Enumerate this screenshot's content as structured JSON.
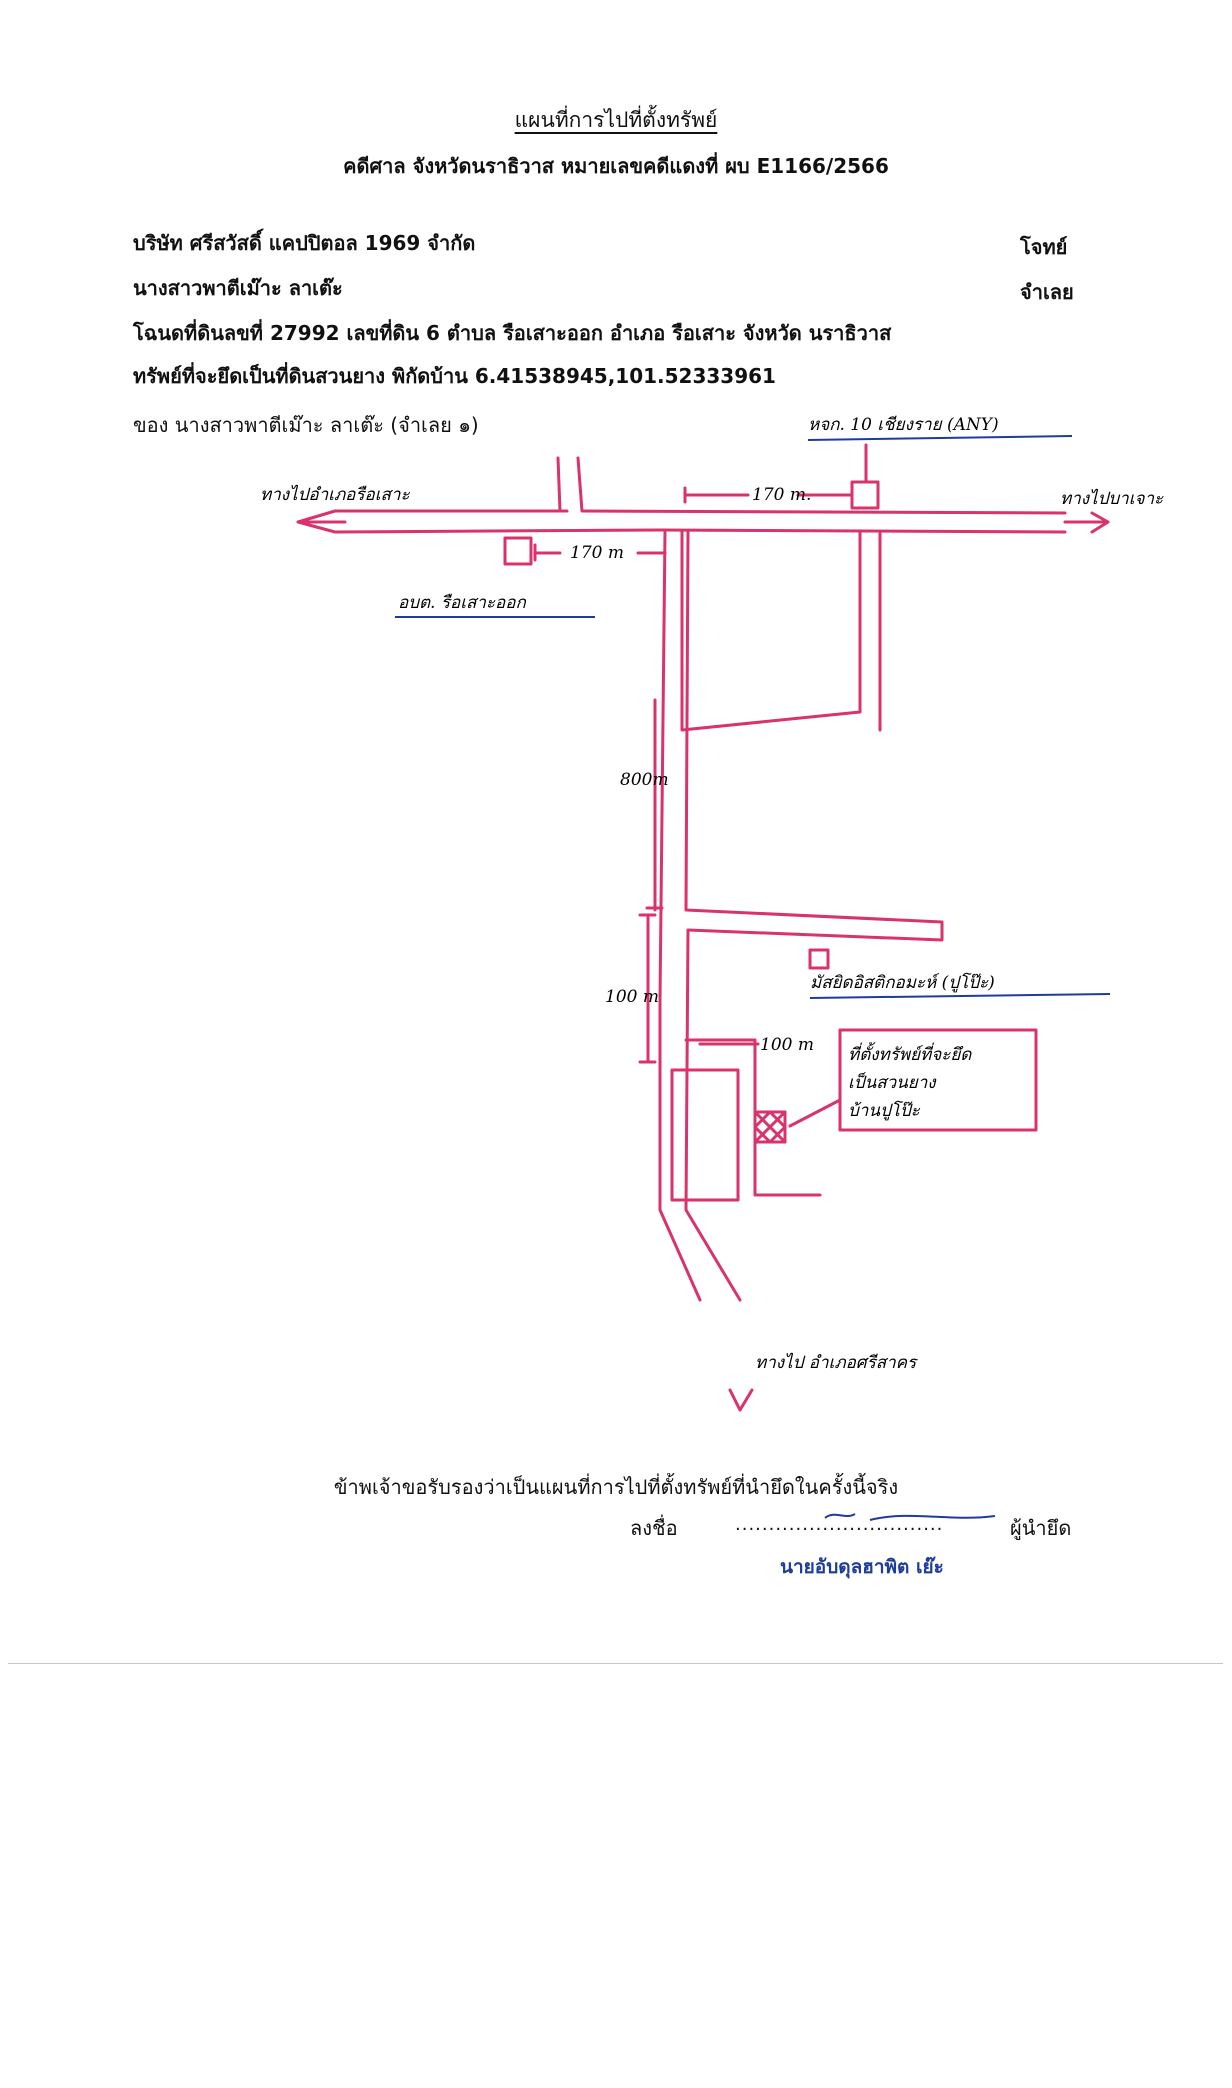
{
  "header": {
    "title": "แผนที่การไปที่ตั้งทรัพย์",
    "subtitle": "คดีศาล จังหวัดนราธิวาส   หมายเลขคดีแดงที่  ผบ E1166/2566"
  },
  "parties": {
    "plaintiff_name": "บริษัท ศรีสวัสดิ์ แคปปิตอล 1969 จำกัด",
    "plaintiff_role": "โจทย์",
    "defendant_name": "นางสาวพาตีเม๊าะ ลาเต๊ะ",
    "defendant_role": "จำเลย"
  },
  "property": {
    "deed_line": "โฉนดที่ดินลขที่ 27992  เลขที่ดิน 6  ตำบล  รือเสาะออก  อำเภอ รือเสาะ  จังหวัด นราธิวาส",
    "seizure_line": "ทรัพย์ที่จะยึดเป็นที่ดินสวนยาง   พิกัดบ้าน 6.41538945,101.52333961",
    "owner_line": "ของ  นางสาวพาตีเม๊าะ ลาเต๊ะ (จำเลย ๑)"
  },
  "map": {
    "colors": {
      "road": "#d8336a",
      "label": "#b0306a",
      "underline": "#1f3c9c"
    },
    "labels": {
      "to_ruesao": "ทางไปอำเภอรือเสาะ",
      "to_bacho": "ทางไปบาเจาะ",
      "dist_170_top": "170 m.",
      "dist_170_left": "170 m",
      "dist_800": "800m",
      "dist_100_vert": "100 m",
      "dist_100_branch": "100 m",
      "shop_label": "หจก. 10 เชียงราย (ANY)",
      "ruesao_ok_label": "อบต. รือเสาะออก",
      "mosque_label": "มัสยิดอิสติกอมะห์ (ปูโป๊ะ)",
      "property_note_1": "ที่ตั้งทรัพย์ที่จะยึด",
      "property_note_2": "เป็นสวนยาง",
      "property_note_3": "บ้านปูโป๊ะ",
      "to_srisakhon": "ทางไป อำเภอศรีสาคร"
    }
  },
  "footer": {
    "certification": "ข้าพเจ้าขอรับรองว่าเป็นแผนที่การไปที่ตั้งทรัพย์ที่นำยึดในครั้งนี้จริง",
    "sign_label": "ลงชื่อ",
    "dots": "...............................",
    "seizer_label": "ผู้นำยึด",
    "seizer_name": "นายอับดุลฮาพิต เย๊ะ"
  }
}
